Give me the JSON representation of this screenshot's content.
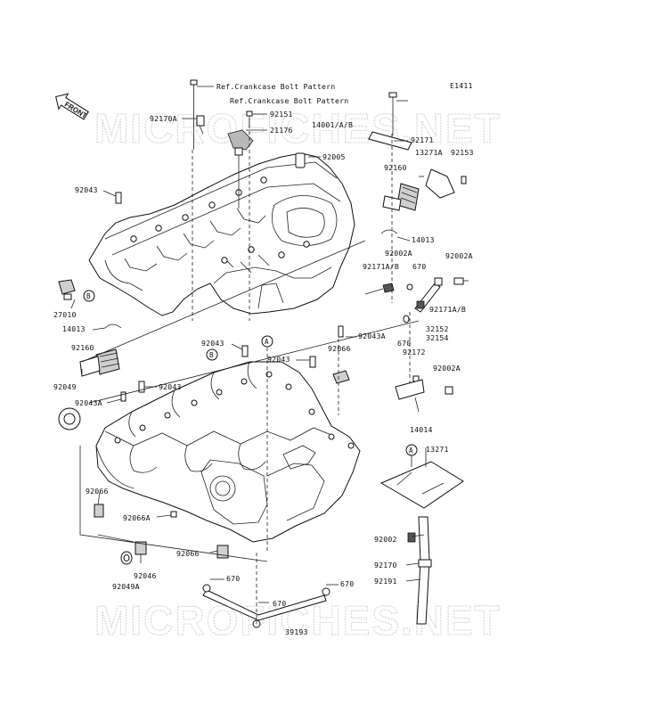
{
  "diagram_code": "E1411",
  "front_badge": "FRONT",
  "watermark_top": "MICROFICHES.NET",
  "watermark_bottom": "MICROFICHES.NET",
  "ref_1": "Ref.Crankcase Bolt Pattern",
  "ref_2": "Ref.Crankcase Bolt Pattern",
  "callouts": {
    "a_upper": "A",
    "a_lower": "A",
    "b_upper": "B",
    "b_left": "B"
  },
  "labels": {
    "p92170a": "92170A",
    "p92151": "92151",
    "p21176": "21176",
    "p14001": "14001/A/B",
    "p92171": "92171",
    "p13271a": "13271A",
    "p92153": "92153",
    "p92005": "92005",
    "p92160_top": "92160",
    "p92043_tl": "92043",
    "p14013_r": "14013",
    "p92002a_1": "92002A",
    "p92171ab_1": "92171A/B",
    "p670_1": "670",
    "p92171ab_2": "92171A/B",
    "p27010": "27010",
    "p14013_l": "14013",
    "p32152": "32152",
    "p32154": "32154",
    "p92043a_mid": "92043A",
    "p670_2": "670",
    "p92160_l": "92160",
    "p92043_m1": "92043",
    "p92043_m2": "92043",
    "p92066_r": "92066",
    "p92172": "92172",
    "p92002a_2": "92002A",
    "p92049": "92049",
    "p92043_m3": "92043",
    "p92043a_l": "92043A",
    "p14014": "14014",
    "p13271": "13271",
    "p92066_l": "92066",
    "p92066a": "92066A",
    "p92002": "92002",
    "p92066_b": "92066",
    "p92046": "92046",
    "p92170": "92170",
    "p92049a": "92049A",
    "p670_3": "670",
    "p670_4": "670",
    "p92191": "92191",
    "p670_5": "670",
    "p39193": "39193"
  }
}
